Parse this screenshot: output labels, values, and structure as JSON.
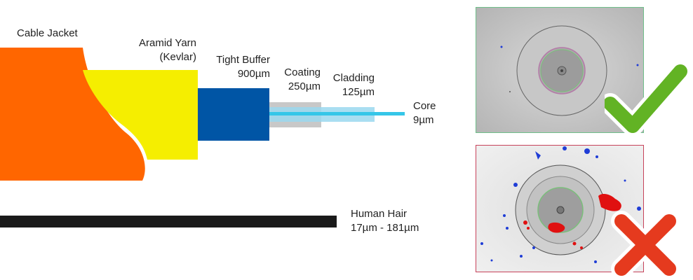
{
  "layers": {
    "jacket": {
      "label": "Cable Jacket",
      "color": "#ff6600"
    },
    "aramid": {
      "label": "Aramid Yarn",
      "sublabel": "(Kevlar)",
      "color": "#f5ee00"
    },
    "buffer": {
      "label": "Tight Buffer",
      "size": "900µm",
      "color": "#0055a5"
    },
    "coating": {
      "label": "Coating",
      "size": "250µm",
      "color": "#c8c8c8"
    },
    "cladding": {
      "label": "Cladding",
      "size": "125µm",
      "color": "#9ad8ee"
    },
    "core": {
      "label": "Core",
      "size": "9µm",
      "color": "#35c6e8"
    }
  },
  "hair": {
    "label": "Human Hair",
    "range": "17µm - 181µm",
    "color": "#1a1a1a"
  },
  "inspections": {
    "pass": {
      "border_color": "#6fbf8a",
      "mark": "checkmark-icon",
      "mark_color": "#62b324"
    },
    "fail": {
      "border_color": "#c7425a",
      "mark": "x-icon",
      "mark_color": "#e53a1e",
      "contaminant_colors": [
        "#1f3dd6",
        "#e01010"
      ]
    }
  }
}
